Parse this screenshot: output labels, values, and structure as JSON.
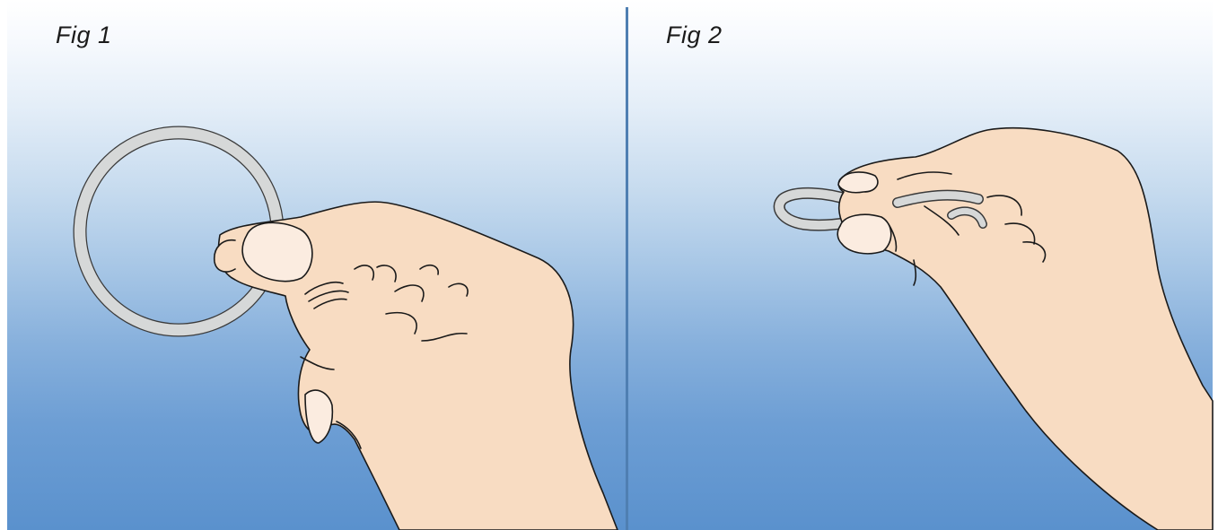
{
  "figures": [
    {
      "label": "Fig 1",
      "illustration": "hand-holding-ring"
    },
    {
      "label": "Fig 2",
      "illustration": "hand-squeezing-ring"
    }
  ],
  "colors": {
    "skin": "#f8dcc2",
    "outline": "#1a1a1a",
    "ring": "#d6d8d8",
    "divider": "#4f7fb2",
    "gradient_bottom": "#5a91cd"
  }
}
